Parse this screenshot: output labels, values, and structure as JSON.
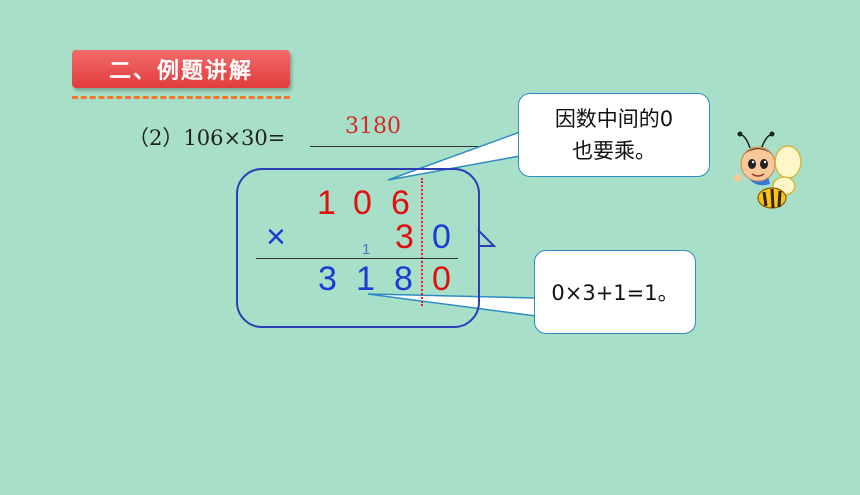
{
  "title": "二、例题讲解",
  "problem": "（2）106×30=",
  "answer": "3180",
  "calc": {
    "top": [
      "1",
      "0",
      "6"
    ],
    "times": "×",
    "multiplier": [
      "3",
      "0"
    ],
    "carry": "1",
    "result": [
      "3",
      "1",
      "8",
      "0"
    ]
  },
  "bubble1": [
    "因数中间的0",
    "也要乘。"
  ],
  "bubble2": "0×3+1=1。"
}
